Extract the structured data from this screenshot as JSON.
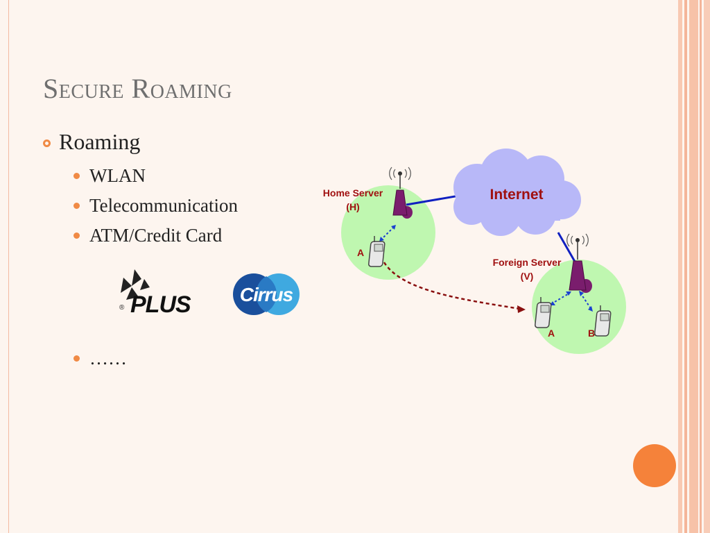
{
  "slide": {
    "title": "Secure Roaming",
    "bullet": "Roaming",
    "sub_items": [
      "WLAN",
      "Telecommunication",
      "ATM/Credit Card"
    ],
    "ellipsis": "……"
  },
  "logos": {
    "plus": {
      "text": "PLUS",
      "mark": "®"
    },
    "cirrus": {
      "text": "Cirrus"
    }
  },
  "diagram": {
    "internet_label": "Internet",
    "home_server_label": [
      "Home Server",
      "(H)"
    ],
    "foreign_server_label": [
      "Foreign Server",
      "(V)"
    ],
    "home_device_label": "A",
    "foreign_device_labels": [
      "A",
      "B"
    ],
    "icons": [
      "antenna-icon",
      "phone-icon"
    ]
  },
  "colors": {
    "accent": "#f08a45",
    "label_red": "#a01010",
    "cell_green": "#bff7b0",
    "cloud": "#b8b8f8",
    "tower": "#7a1d6d",
    "link": "#1020c0"
  }
}
